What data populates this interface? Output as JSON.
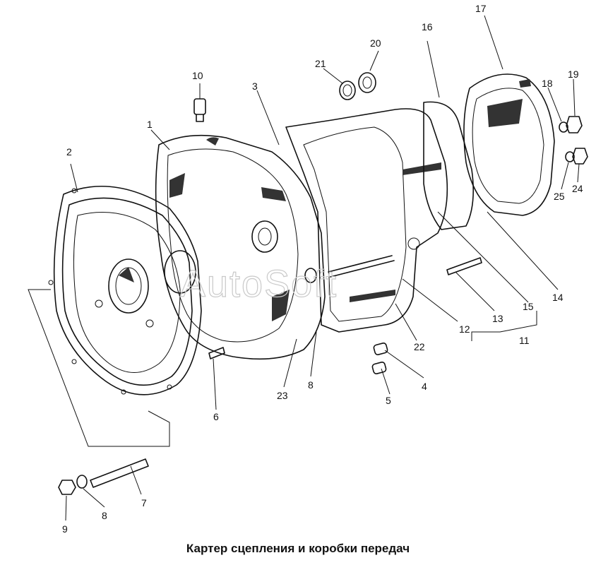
{
  "caption": "Картер сцепления и коробки передач",
  "watermark": "AutoSoft",
  "callouts": {
    "c1": "1",
    "c2": "2",
    "c3": "3",
    "c4": "4",
    "c5": "5",
    "c6": "6",
    "c7": "7",
    "c8a": "8",
    "c8b": "8",
    "c9": "9",
    "c10": "10",
    "c11": "11",
    "c12": "12",
    "c13": "13",
    "c14": "14",
    "c15": "15",
    "c16": "16",
    "c17": "17",
    "c18": "18",
    "c19": "19",
    "c20": "20",
    "c21": "21",
    "c22": "22",
    "c23": "23",
    "c24": "24",
    "c25": "25"
  }
}
